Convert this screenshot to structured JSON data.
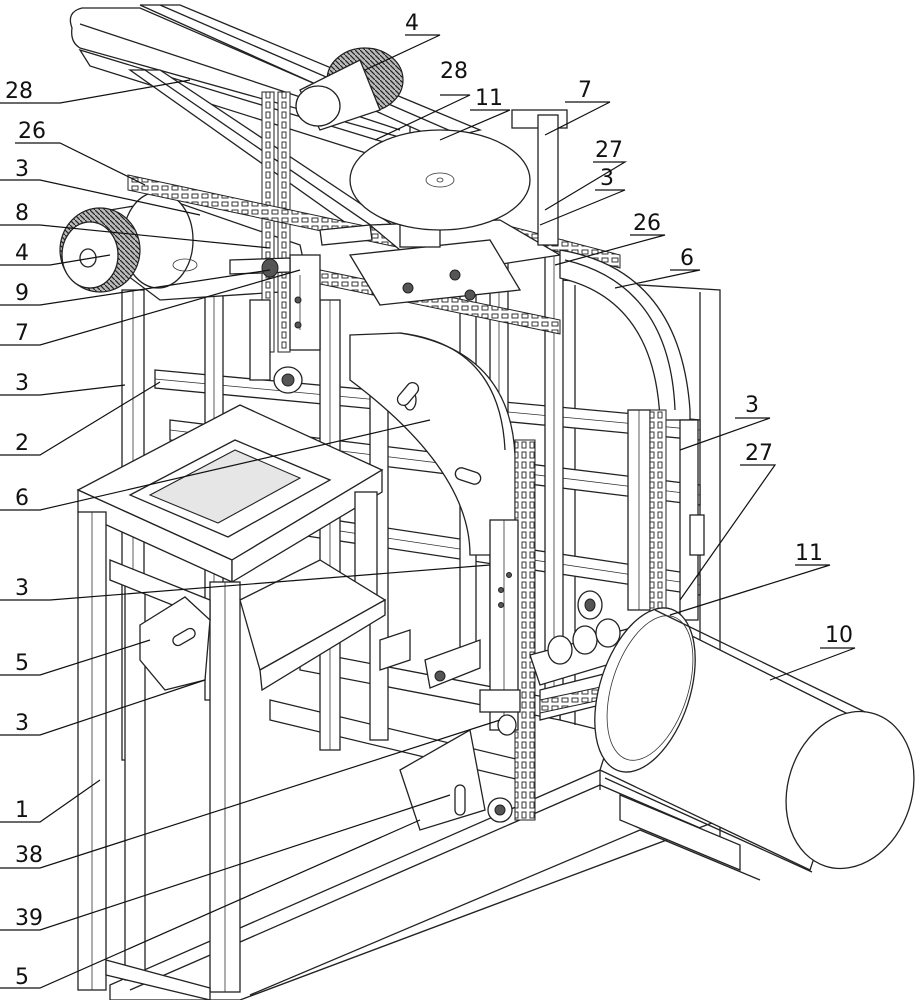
{
  "labels": [
    {
      "id": "4a",
      "text": "4"
    },
    {
      "id": "28a",
      "text": "28"
    },
    {
      "id": "28b",
      "text": "28"
    },
    {
      "id": "11a",
      "text": "11"
    },
    {
      "id": "7a",
      "text": "7"
    },
    {
      "id": "26a",
      "text": "26"
    },
    {
      "id": "27a",
      "text": "27"
    },
    {
      "id": "3a",
      "text": "3"
    },
    {
      "id": "3b",
      "text": "3"
    },
    {
      "id": "8",
      "text": "8"
    },
    {
      "id": "26b",
      "text": "26"
    },
    {
      "id": "4b",
      "text": "4"
    },
    {
      "id": "6a",
      "text": "6"
    },
    {
      "id": "9",
      "text": "9"
    },
    {
      "id": "7b",
      "text": "7"
    },
    {
      "id": "3c",
      "text": "3"
    },
    {
      "id": "3d",
      "text": "3"
    },
    {
      "id": "2",
      "text": "2"
    },
    {
      "id": "27b",
      "text": "27"
    },
    {
      "id": "6b",
      "text": "6"
    },
    {
      "id": "11b",
      "text": "11"
    },
    {
      "id": "3e",
      "text": "3"
    },
    {
      "id": "10",
      "text": "10"
    },
    {
      "id": "5a",
      "text": "5"
    },
    {
      "id": "3f",
      "text": "3"
    },
    {
      "id": "1",
      "text": "1"
    },
    {
      "id": "38",
      "text": "38"
    },
    {
      "id": "39",
      "text": "39"
    },
    {
      "id": "5b",
      "text": "5"
    }
  ]
}
